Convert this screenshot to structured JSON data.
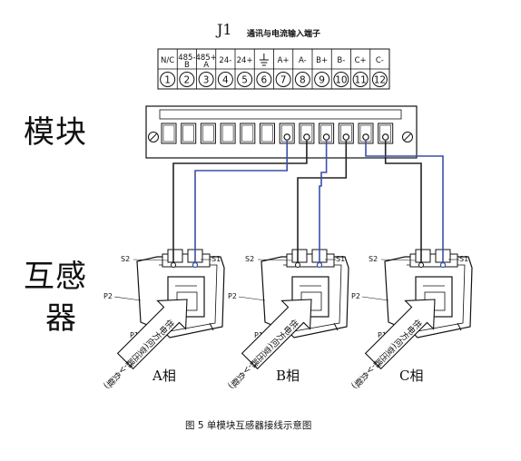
{
  "header": {
    "code": "J1",
    "subtitle": "通讯与电流输入端子"
  },
  "terminals": [
    {
      "label": "N/C",
      "num": "1"
    },
    {
      "label": "485-B",
      "num": "2"
    },
    {
      "label": "485+A",
      "num": "3"
    },
    {
      "label": "24-",
      "num": "4"
    },
    {
      "label": "24+",
      "num": "5"
    },
    {
      "label": "⏚",
      "num": "6"
    },
    {
      "label": "A+",
      "num": "7"
    },
    {
      "label": "A-",
      "num": "8"
    },
    {
      "label": "B+",
      "num": "9"
    },
    {
      "label": "B-",
      "num": "10"
    },
    {
      "label": "C+",
      "num": "11"
    },
    {
      "label": "C-",
      "num": "12"
    }
  ],
  "left_labels": {
    "module": "模块",
    "transformer_line1": "互感",
    "transformer_line2": "器"
  },
  "ct_labels": {
    "s1": "S1",
    "s2": "S2",
    "p1": "P1",
    "p2": "P2"
  },
  "arrow_text": "供电方向(变压器->负载)",
  "phases": [
    "A相",
    "B相",
    "C相"
  ],
  "caption": "图 5 单模块互感器接线示意图",
  "colors": {
    "wire_black": "#222222",
    "wire_blue": "#3b4fa8",
    "line": "#111111"
  }
}
